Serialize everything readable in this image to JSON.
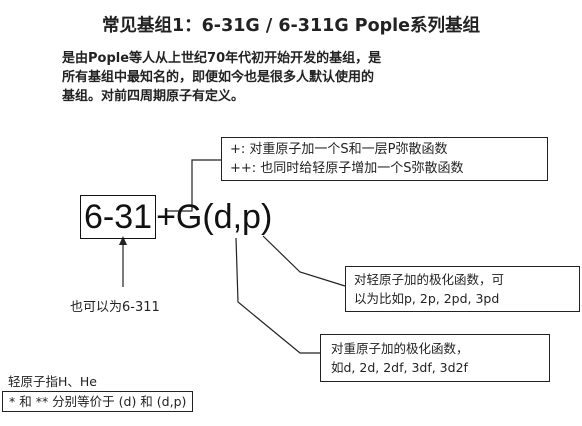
{
  "title": "常见基组1：6-31G / 6-311G Pople系列基组",
  "intro": {
    "lines": [
      "是由Pople等人从上世纪70年代初开始开发的基组，是",
      "所有基组中最知名的，即便如今也是很多人默认使用的",
      "基组。对前四周期原子有定义。"
    ]
  },
  "formula": {
    "base": "6-31",
    "rest": "+G(d,p)"
  },
  "plus_note": {
    "line1": "+: 对重原子加一个S和一层P弥散函数",
    "line2": "++: 也同时给轻原子增加一个S弥散函数"
  },
  "also_note": "也可以为6-311",
  "light_note": {
    "line1": "对轻原子加的极化函数，可",
    "line2": "以为比如p, 2p, 2pd, 3pd"
  },
  "heavy_note": {
    "line1": "对重原子加的极化函数，",
    "line2": "如d, 2d, 2df, 3df, 3d2f"
  },
  "bottom_note": {
    "line1": "轻原子指H、He",
    "line2": "* 和 ** 分别等价于 (d) 和 (d,p)"
  }
}
